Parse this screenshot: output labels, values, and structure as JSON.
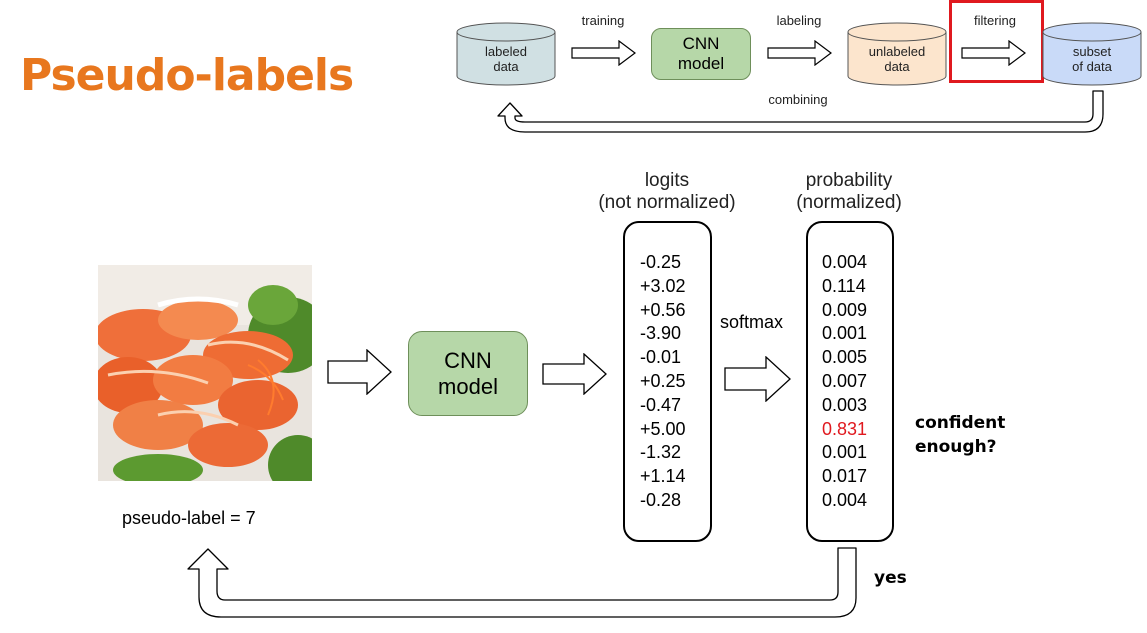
{
  "title": "Pseudo-labels",
  "pipeline": {
    "labeled_data": [
      "labeled",
      "data"
    ],
    "training": "training",
    "cnn_model": [
      "CNN",
      "model"
    ],
    "labeling": "labeling",
    "unlabeled_data": [
      "unlabeled",
      "data"
    ],
    "filtering": "filtering",
    "subset": [
      "subset",
      "of data"
    ],
    "combining": "combining"
  },
  "main": {
    "cnn_model": [
      "CNN",
      "model"
    ],
    "logits_header": [
      "logits",
      "(not normalized)"
    ],
    "logits": [
      "-0.25",
      "+3.02",
      "+0.56",
      "-3.90",
      "-0.01",
      "+0.25",
      "-0.47",
      "+5.00",
      "-1.32",
      "+1.14",
      "-0.28"
    ],
    "softmax": "softmax",
    "prob_header": [
      "probability",
      "(normalized)"
    ],
    "probs": [
      "0.004",
      "0.114",
      "0.009",
      "0.001",
      "0.005",
      "0.007",
      "0.003",
      "0.831",
      "0.001",
      "0.017",
      "0.004"
    ],
    "highlight_index": 7,
    "confident": [
      "confident",
      "enough?"
    ],
    "yes": "yes",
    "pseudo_label": "pseudo-label = 7"
  },
  "colors": {
    "title": "#e8771e",
    "labeled_fill": "#d0e0e3",
    "cnn_fill": "#b6d7a8",
    "unlabeled_fill": "#fce5cd",
    "subset_fill": "#c9daf8",
    "highlight": "#e0191f"
  }
}
